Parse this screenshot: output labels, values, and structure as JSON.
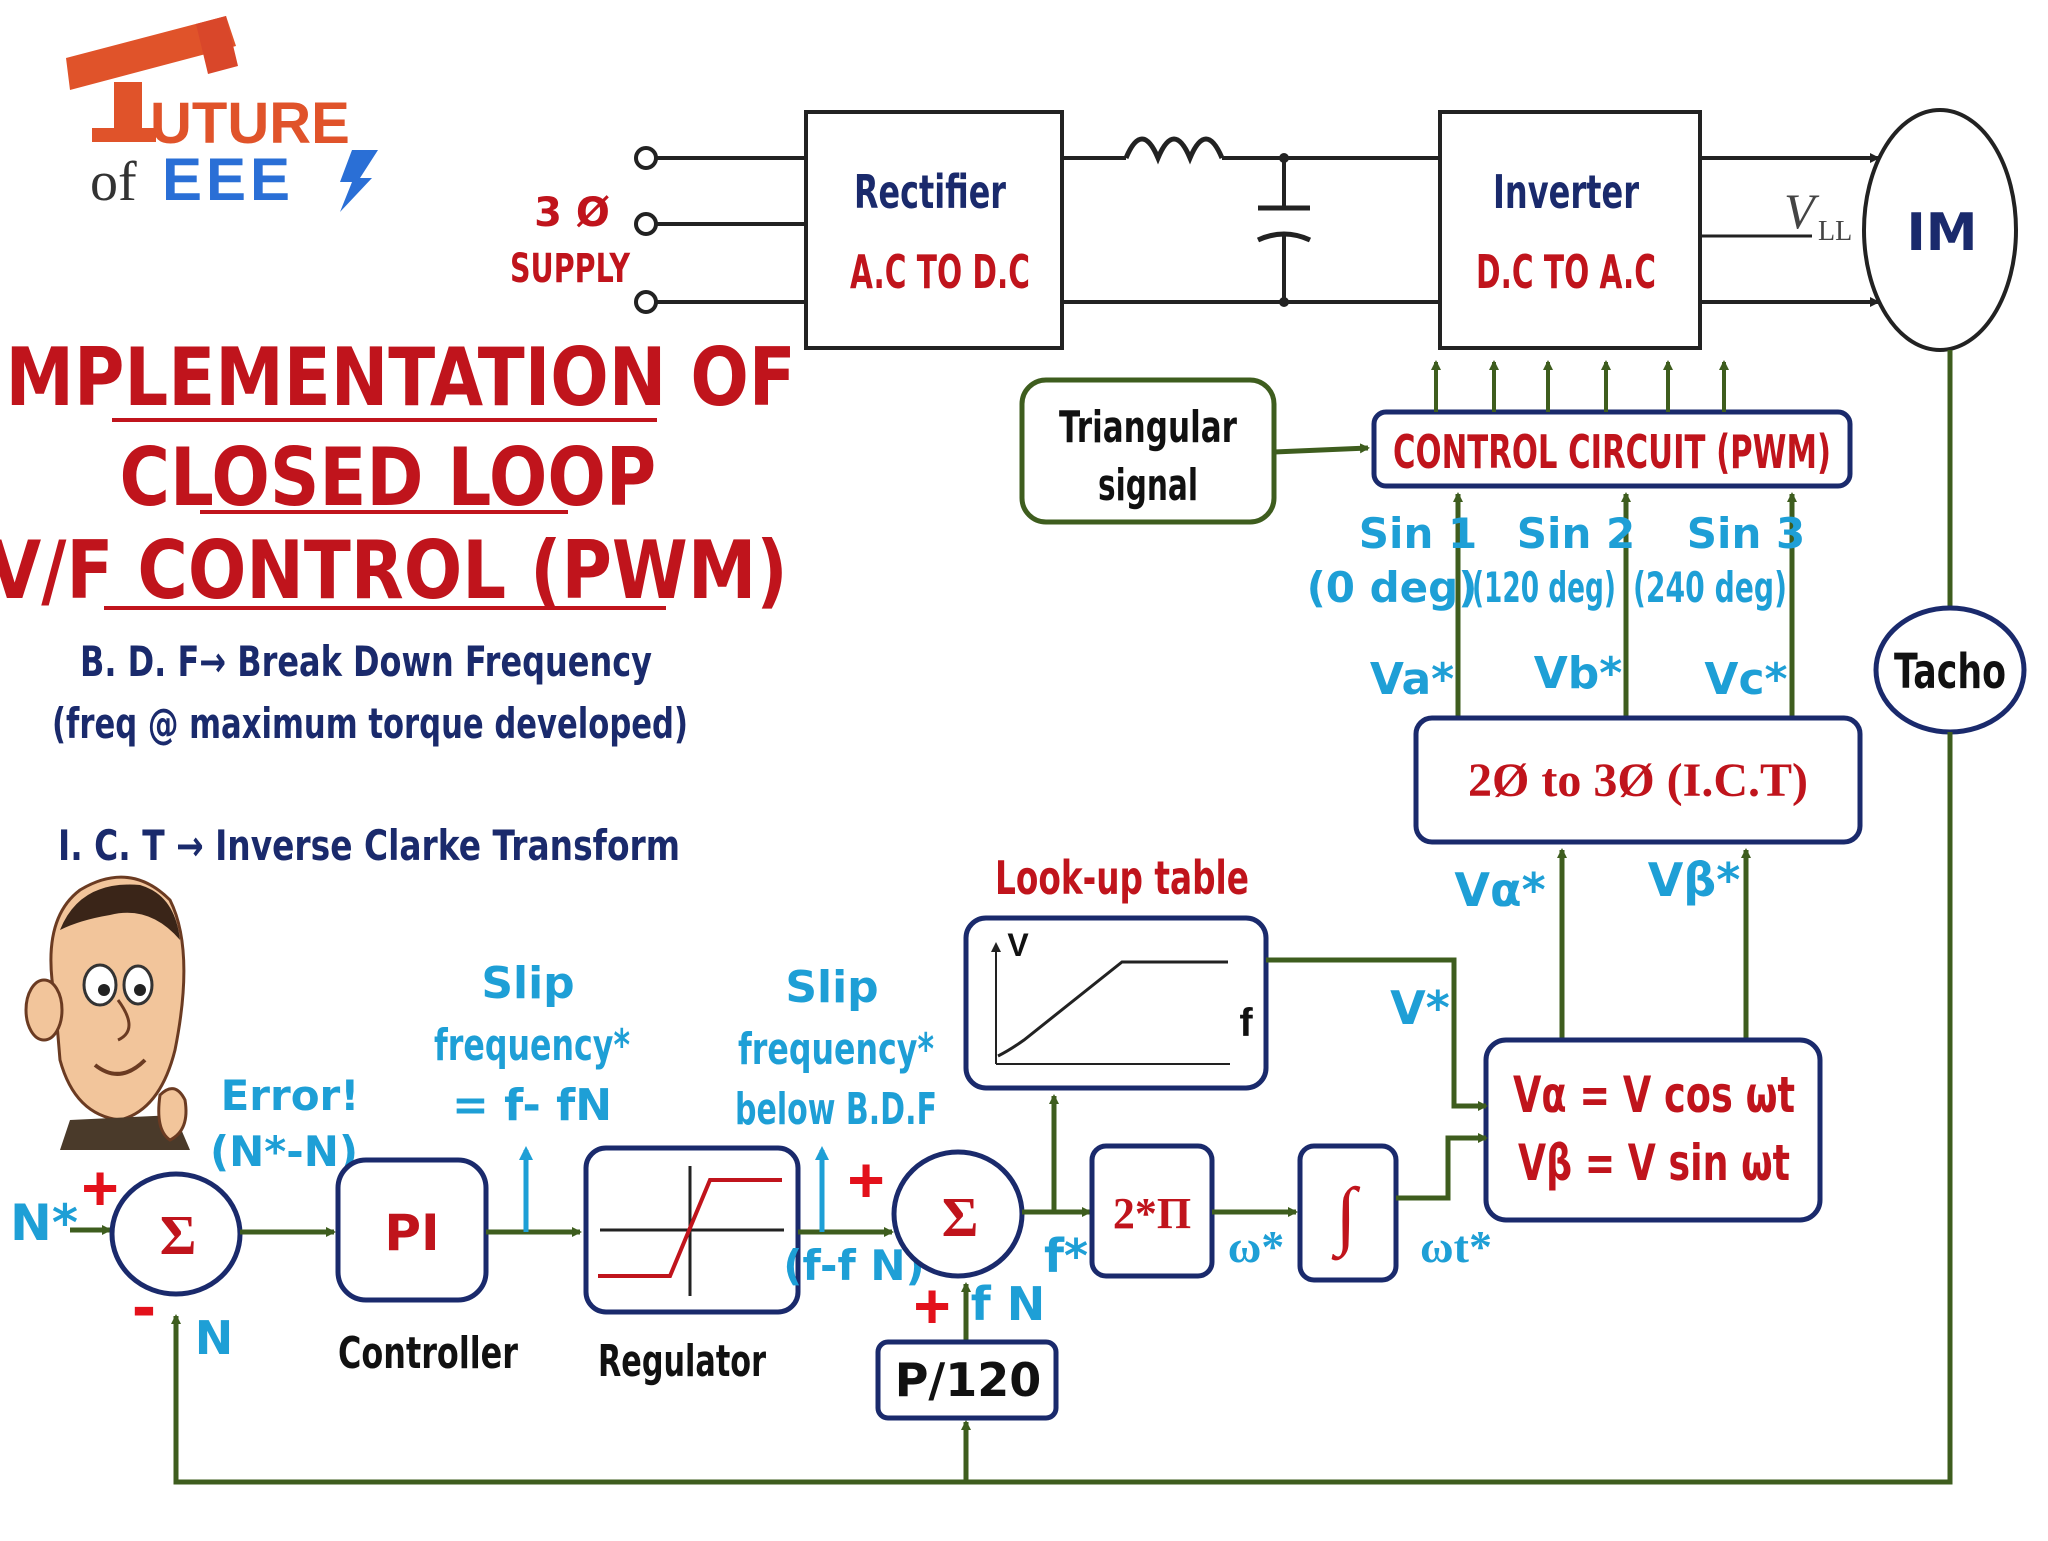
{
  "logo": {
    "word_top": "UTURE",
    "word_of": "of",
    "word_bottom": "EEE"
  },
  "title": {
    "line1": "IMPLEMENTATION OF",
    "line2": "CLOSED LOOP",
    "line3": "V/F CONTROL (PWM)"
  },
  "definitions": {
    "bdf_line1": "B. D. F→ Break Down Frequency",
    "bdf_line2": "(freq @ maximum torque developed)",
    "ict": "I. C. T → Inverse Clarke Transform"
  },
  "power_stage": {
    "supply_line1": "3 Ø",
    "supply_line2": "SUPPLY",
    "rectifier_title": "Rectifier",
    "rectifier_sub": "A.C TO D.C",
    "inverter_title": "Inverter",
    "inverter_sub": "D.C TO A.C",
    "vll_main": "V",
    "vll_sub": "LL",
    "motor": "IM",
    "tacho": "Tacho"
  },
  "control": {
    "triangular_line1": "Triangular",
    "triangular_line2": "signal",
    "pwm_block": "CONTROL CIRCUIT (PWM)",
    "sin1": "Sin 1",
    "sin1_deg": "(0 deg)",
    "sin2": "Sin 2",
    "sin2_deg": "(120 deg)",
    "sin3": "Sin 3",
    "sin3_deg": "(240 deg)",
    "va_star": "Va*",
    "vb_star": "Vb*",
    "vc_star": "Vc*",
    "ict_block": "2Ø to 3Ø (I.C.T)",
    "valpha_star": "Vα*",
    "vbeta_star": "Vβ*",
    "eq1": "Vα  =  V cos ωt",
    "eq2": "Vβ  =  V sin ωt",
    "v_star": "V*",
    "lookup_title": "Look-up table",
    "lookup_v": "V",
    "lookup_f": "f"
  },
  "loop": {
    "n_star": "N*",
    "plus1": "+",
    "minus1": "-",
    "sigma1": "Σ",
    "n_feedback": "N",
    "error_line1": "Error!",
    "error_line2": "(N*-N)",
    "pi_block": "PI",
    "controller_label": "Controller",
    "slip1_line1": "Slip",
    "slip1_line2": "frequency*",
    "slip1_line3": "= f- fN",
    "regulator_label": "Regulator",
    "slip2_line1": "Slip",
    "slip2_line2": "frequency*",
    "slip2_line3": "below B.D.F",
    "plus2": "+",
    "sigma2": "Σ",
    "f_minus_fn": "(f-f N)",
    "plus3": "+",
    "fn_label": "f N",
    "p120_block": "P/120",
    "f_star": "f*",
    "two_pi_block": "2*Π",
    "omega_star": "ω*",
    "integral": "∫",
    "omega_t_star": "ωt*"
  },
  "colors": {
    "wire_green": "#3e5d1e",
    "block_navy": "#1a2a6c",
    "label_red": "#c0141c",
    "label_cyan": "#1e9fd6"
  }
}
